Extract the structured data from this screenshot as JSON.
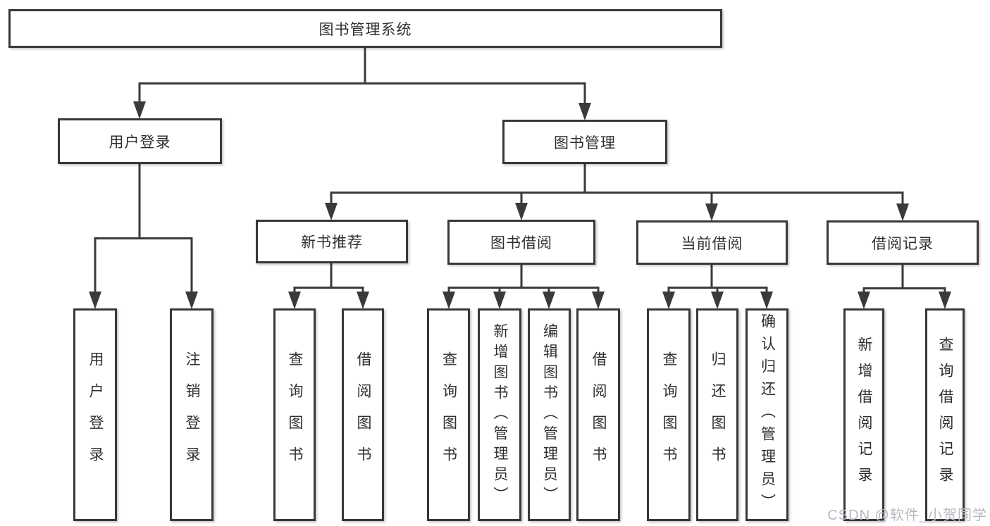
{
  "diagram": {
    "type": "hierarchy-tree",
    "title": "图书管理系统",
    "nodes": {
      "root": "图书管理系统",
      "user_login": "用户登录",
      "book_mgmt": "图书管理",
      "leaf_login": "用户登录",
      "leaf_logout": "注销登录",
      "new_rec": "新书推荐",
      "borrow": "图书借阅",
      "current": "当前借阅",
      "records": "借阅记录",
      "rec_query": "查询图书",
      "rec_borrow": "借阅图书",
      "bor_query": "查询图书",
      "bor_add": "新增图书（管理员）",
      "bor_edit": "编辑图书（管理员）",
      "bor_borrow": "借阅图书",
      "cur_query": "查询图书",
      "cur_return": "归还图书",
      "cur_confirm": "确认归还（管理员）",
      "rcd_add": "新增借阅记录",
      "rcd_query": "查询借阅记录"
    },
    "edges": [
      [
        "图书管理系统",
        "用户登录"
      ],
      [
        "图书管理系统",
        "图书管理"
      ],
      [
        "用户登录",
        "用户登录(叶)"
      ],
      [
        "用户登录",
        "注销登录"
      ],
      [
        "图书管理",
        "新书推荐"
      ],
      [
        "图书管理",
        "图书借阅"
      ],
      [
        "图书管理",
        "当前借阅"
      ],
      [
        "图书管理",
        "借阅记录"
      ],
      [
        "新书推荐",
        "查询图书"
      ],
      [
        "新书推荐",
        "借阅图书"
      ],
      [
        "图书借阅",
        "查询图书"
      ],
      [
        "图书借阅",
        "新增图书（管理员）"
      ],
      [
        "图书借阅",
        "编辑图书（管理员）"
      ],
      [
        "图书借阅",
        "借阅图书"
      ],
      [
        "当前借阅",
        "查询图书"
      ],
      [
        "当前借阅",
        "归还图书"
      ],
      [
        "当前借阅",
        "确认归还（管理员）"
      ],
      [
        "借阅记录",
        "新增借阅记录"
      ],
      [
        "借阅记录",
        "查询借阅记录"
      ]
    ],
    "colors": {
      "line": "#3a3a3a",
      "box_border": "#383838",
      "text": "#2f2f2f",
      "background": "#ffffff",
      "watermark": "#b5b9c0"
    }
  },
  "watermark": {
    "text": "CSDN @软件_小贺同学"
  }
}
